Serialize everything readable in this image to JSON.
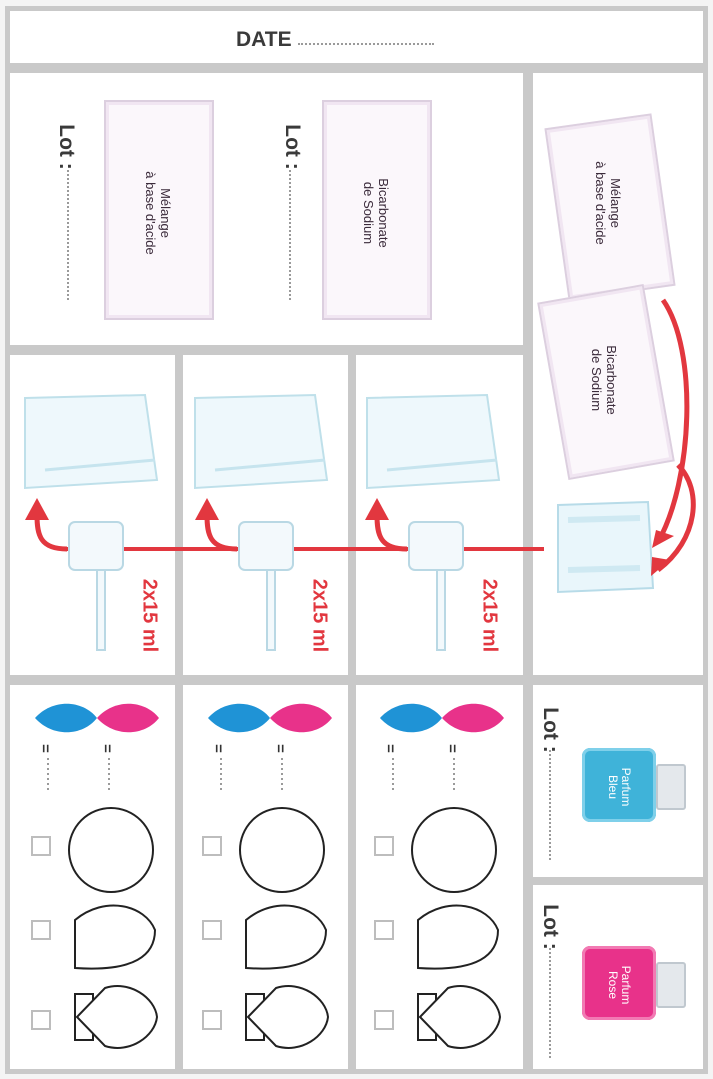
{
  "header": {
    "date_label": "DATE"
  },
  "packets": {
    "acid_mix": {
      "line1": "Mélange",
      "line2": "à base d'acide"
    },
    "bicarbonate": {
      "line1": "Bicarbonate",
      "line2": "de Sodium"
    }
  },
  "lot_label": "Lot :",
  "doses": [
    "2x15 ml",
    "2x15 ml",
    "2x15 ml"
  ],
  "dye_colors": {
    "blue": "#1f93d6",
    "pink": "#e8328a",
    "arrow": "#e2373f",
    "border": "#c9c9c9"
  },
  "eq_sign": "=",
  "perfumes": {
    "blue": {
      "line1": "Parfum",
      "line2": "Bleu"
    },
    "pink": {
      "line1": "Parfum",
      "line2": "Rose"
    }
  },
  "shapes": [
    "circle-mold",
    "shell-mold",
    "scallop-mold"
  ]
}
